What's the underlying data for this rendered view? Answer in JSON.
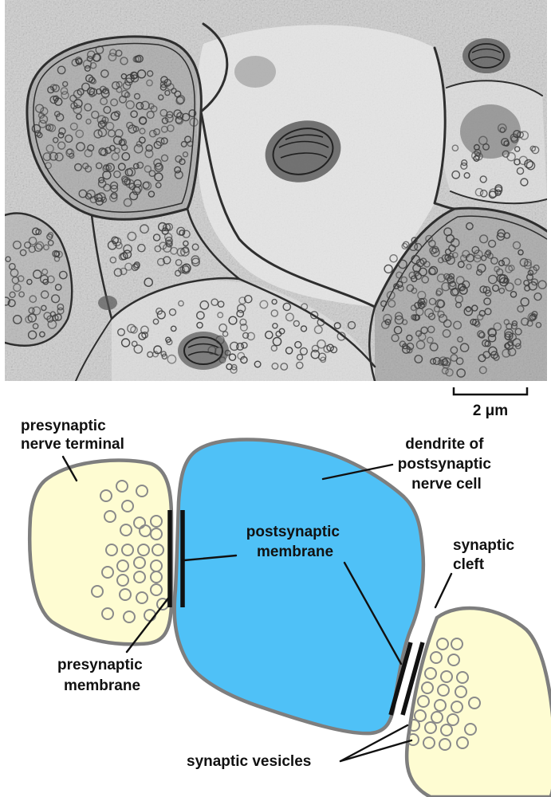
{
  "figure": {
    "micrograph": {
      "scale_bar_label": "2 μm"
    },
    "labels": {
      "presynaptic_terminal": [
        "presynaptic",
        "nerve terminal"
      ],
      "dendrite": [
        "dendrite of",
        "postsynaptic",
        "nerve cell"
      ],
      "postsynaptic_membrane": [
        "postsynaptic",
        "membrane"
      ],
      "synaptic_cleft": [
        "synaptic",
        "cleft"
      ],
      "presynaptic_membrane": [
        "presynaptic",
        "membrane"
      ],
      "synaptic_vesicles": "synaptic vesicles"
    },
    "colors": {
      "dendrite_fill": "#4fc1f7",
      "terminal_fill": "#fefcd2",
      "outline": "#7e7e7e",
      "vesicle_outline": "#8a8a8a",
      "membrane": "#111111",
      "micrograph_base": "#cfcfcf"
    }
  }
}
